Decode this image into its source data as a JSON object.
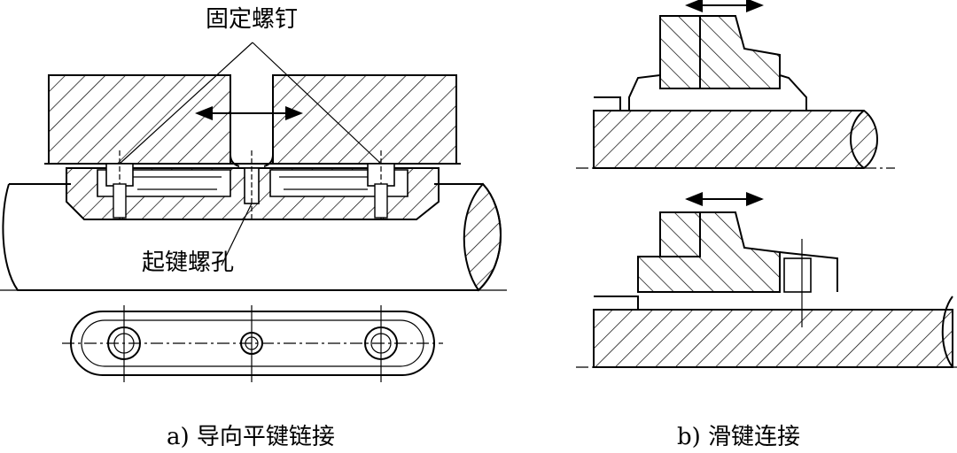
{
  "labels": {
    "fixing_screw": "固定螺钉",
    "jack_screw_hole": "起键螺孔",
    "caption_a": "a) 导向平键链接",
    "caption_b": "b) 滑键连接"
  },
  "colors": {
    "ink": "#000000",
    "background": "#ffffff"
  }
}
